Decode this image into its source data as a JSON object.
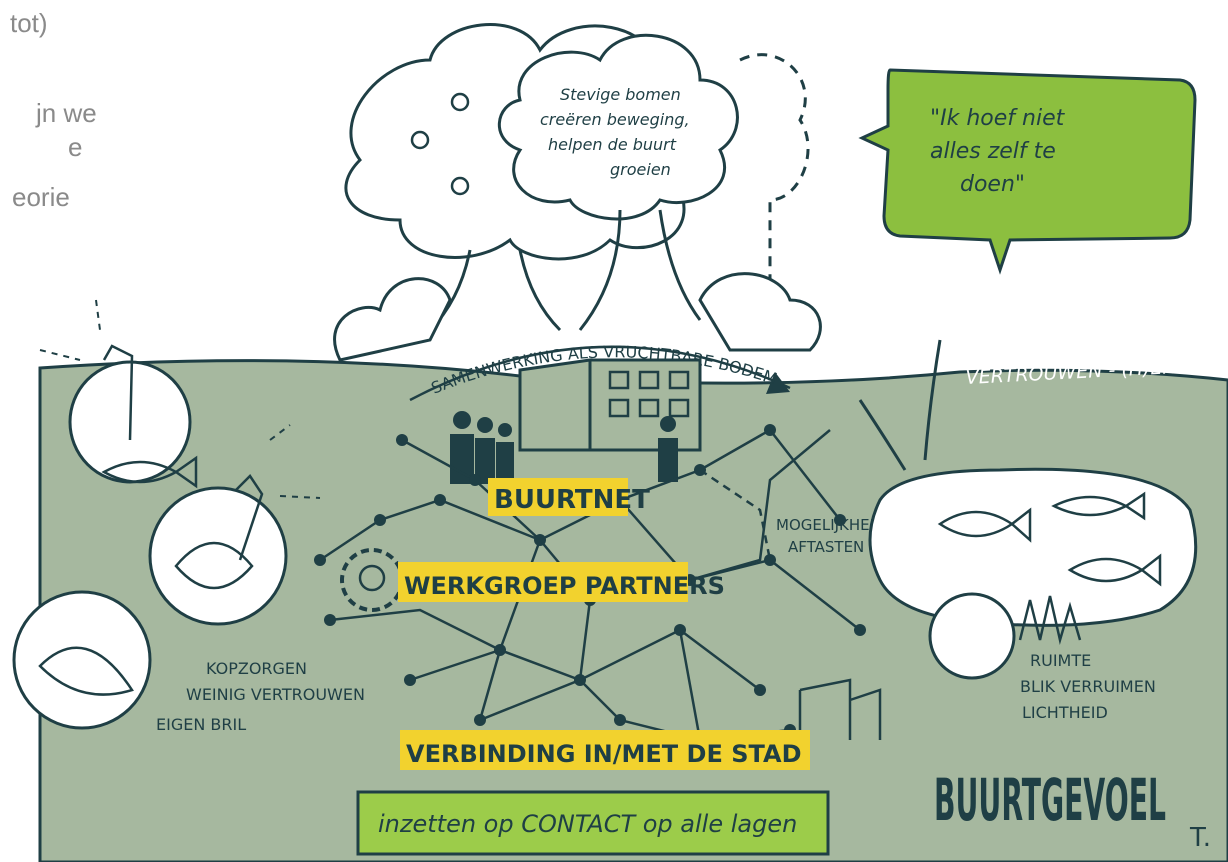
{
  "slide_text": {
    "line1": "tot)",
    "line2": "jn we",
    "line3": "e",
    "line4": "eorie"
  },
  "illustration": {
    "tree_caption": [
      "Stevige bomen",
      "creëren beweging,",
      "helpen de buurt",
      "groeien"
    ],
    "speech_bubble": [
      "\"Ik hoef niet",
      "alles zelf te",
      "doen\""
    ],
    "arc_label": "SAMENWERKING ALS VRUCHTBARE BODEM",
    "trust_label": "VERTROUWEN - (H)ERKENNING",
    "buurtnet": "BUURTNET",
    "werkgroep": "WERKGROEP PARTNERS",
    "mogelijkheden": [
      "MOGELIJKHEDEN",
      "AFTASTEN"
    ],
    "kopzorgen": [
      "KOPZORGEN",
      "WEINIG VERTROUWEN",
      "EIGEN BRIL"
    ],
    "ruimte": [
      "RUIMTE",
      "BLIK VERRUIMEN",
      "LICHTHEID"
    ],
    "verbinding": "VERBINDING IN/MET DE STAD",
    "contact": "inzetten op CONTACT op alle lagen",
    "buurtgevoel": "BUURTGEVOEL",
    "signature": "T."
  },
  "colors": {
    "ground": "#a6b89f",
    "ink": "#1f3f45",
    "highlight": "#f2d22e",
    "bubble": "#8cbf3f",
    "contact_box": "#9ccc4a"
  }
}
